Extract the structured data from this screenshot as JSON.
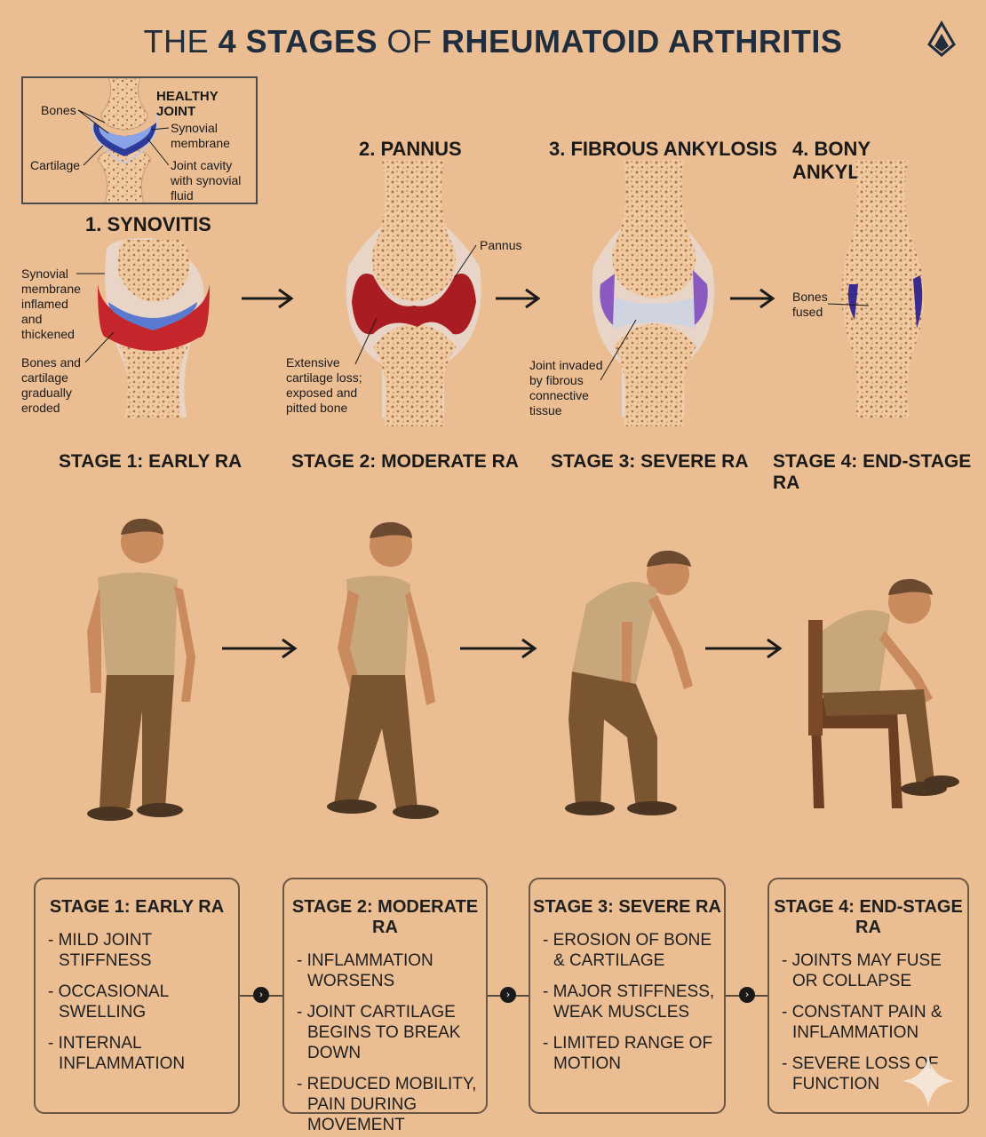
{
  "title": {
    "part1": "THE ",
    "part2": "4 STAGES",
    "part3": " OF ",
    "part4": "RHEUMATOID ARTHRITIS"
  },
  "healthy": {
    "heading": "HEALTHY JOINT",
    "bones": "Bones",
    "cartilage": "Cartilage",
    "synovial_membrane": "Synovial membrane",
    "joint_cavity": "Joint cavity with synovial fluid"
  },
  "stages": [
    {
      "heading": "1. SYNOVITIS",
      "footer": "STAGE 1: EARLY RA",
      "label_a": "Synovial membrane inflamed and thickened",
      "label_b": "Bones and cartilage gradually eroded"
    },
    {
      "heading": "2. PANNUS",
      "footer": "STAGE 2: MODERATE RA",
      "label_a": "Pannus",
      "label_b": "Extensive cartilage loss; exposed and pitted bone"
    },
    {
      "heading": "3. FIBROUS ANKYLOSIS",
      "footer": "STAGE 3: SEVERE RA",
      "label_a": "Joint invaded by fibrous connective tissue"
    },
    {
      "heading": "4. BONY ANKYLOSIS",
      "footer": "STAGE 4: END-STAGE RA",
      "label_a": "Bones fused"
    }
  ],
  "boxes": [
    {
      "title": "STAGE 1: EARLY RA",
      "items": [
        "MILD JOINT STIFFNESS",
        "OCCASIONAL SWELLING",
        "INTERNAL INFLAMMATION"
      ]
    },
    {
      "title": "STAGE 2: MODERATE RA",
      "items": [
        "INFLAMMATION WORSENS",
        "JOINT CARTILAGE BEGINS TO BREAK DOWN",
        "REDUCED MOBILITY, PAIN DURING MOVEMENT"
      ]
    },
    {
      "title": "STAGE 3: SEVERE RA",
      "items": [
        "EROSION OF BONE & CARTILAGE",
        "MAJOR STIFFNESS, WEAK MUSCLES",
        "LIMITED RANGE OF MOTION"
      ]
    },
    {
      "title": "STAGE 4: END-STAGE RA",
      "items": [
        "JOINTS MAY FUSE OR COLLAPSE",
        "CONSTANT PAIN & INFLAMMATION",
        "SEVERE LOSS OF FUNCTION"
      ]
    }
  ],
  "colors": {
    "background": "#ebbd93",
    "bone": "#f0c9a0",
    "bone_speckle": "#a8734a",
    "inflamed": "#c4262b",
    "cartilage": "#5a7ad0",
    "fibrous": "#8a5ac0",
    "shirt": "#c9a77c",
    "pants": "#7b5530",
    "skin": "#c98a5e"
  }
}
